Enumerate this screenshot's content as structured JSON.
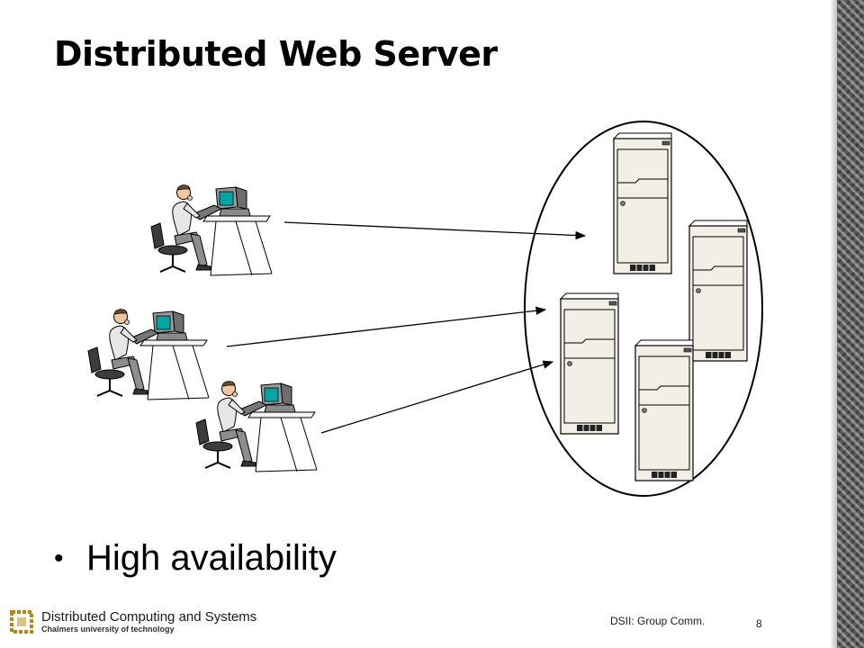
{
  "slide": {
    "title": "Distributed Web Server",
    "bullets": [
      "High availability"
    ],
    "footer": {
      "logo_line1": "Distributed Computing and Systems",
      "logo_line2": "Chalmers university of technology",
      "course": "DSII: Group Comm.",
      "page": "8"
    }
  },
  "colors": {
    "monitor_screen": "#00a6a6",
    "server_body": "#f2efe6",
    "logo_gold": "#b8860b"
  }
}
